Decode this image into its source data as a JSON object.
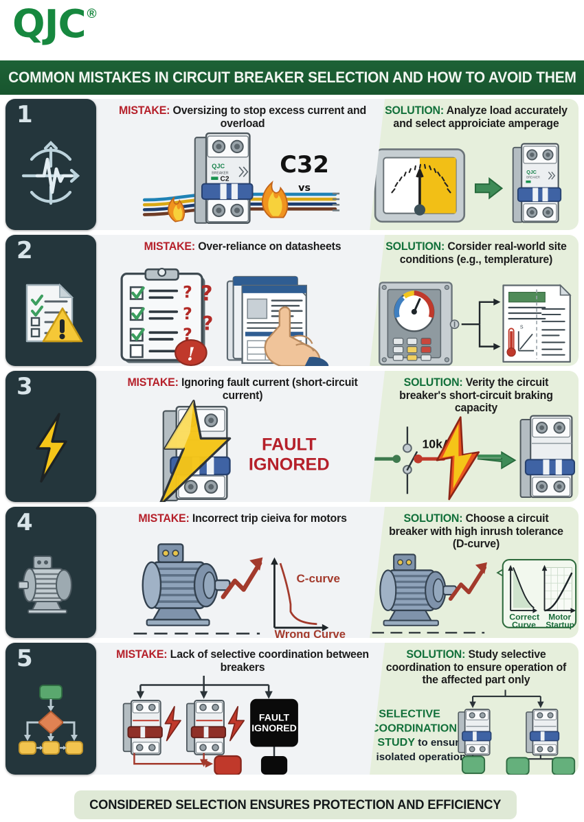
{
  "brand": {
    "logo_text": "QJC",
    "registered_mark": "®",
    "color": "#17883f"
  },
  "header": {
    "title": "COMMON MISTAKES IN CIRCUIT BREAKER SELECTION AND HOW TO AVOID THEM",
    "background": "#1d6236",
    "text_color": "#f2f6f1"
  },
  "labels": {
    "mistake_tag": "MISTAKE:",
    "solution_tag": "SOLUTION:",
    "mistake_color": "#b5202a",
    "solution_color": "#12703a"
  },
  "rows": [
    {
      "number": "1",
      "icon": "current-waveform-target-icon",
      "mistake_text": "Oversizing to stop excess current and overload",
      "solution_text": "Analyze load accurately and select approiciate amperage",
      "art": {
        "breaker_brand": "QJC",
        "breaker_sub": "BREAKER",
        "breaker_rating": "C2",
        "big_label": "C32",
        "vs_label": "vs"
      }
    },
    {
      "number": "2",
      "icon": "checklist-warning-icon",
      "mistake_text": "Over-reliance on datasheets",
      "solution_text": "Corsider real-world site conditions (e.g., templerature)",
      "art": {
        "question_marks": [
          "?",
          "?",
          "?",
          "?",
          "?"
        ],
        "alert_mark": "!",
        "thermometer_tick": "S"
      }
    },
    {
      "number": "3",
      "icon": "lightning-bolt-icon",
      "mistake_text": "Ignoring fault current (short-circuit current)",
      "solution_text": "Verity the circuit breaker's short-circuit braking capacity",
      "art": {
        "fault_line1": "FAULT",
        "fault_line2": "IGNORED",
        "current_label": "10kA"
      }
    },
    {
      "number": "4",
      "icon": "electric-motor-icon",
      "mistake_text": "Incorrect trip cieiva for motors",
      "solution_text": "Choose a circuit breaker with high inrush tolerance (D-curve)",
      "art": {
        "c_curve_label": "C-curve",
        "wrong_curve_label": "Wrong Curve",
        "correct_curve_label_l1": "Correct",
        "correct_curve_label_l2": "Curve",
        "motor_startup_l1": "Motor",
        "motor_startup_l2": "Startup"
      }
    },
    {
      "number": "5",
      "icon": "flowchart-icon",
      "mistake_text": "Lack of selective coordination between breakers",
      "solution_text": "Study selective coordination to ensure operation of the affected part only",
      "art": {
        "fault_line1": "FAULT",
        "fault_line2": "IGNORED",
        "study_l1": "SELECTIVE",
        "study_l2": "COORDINATION",
        "study_l3": "STUDY",
        "study_tail1": " to ensure",
        "study_tail2": "isolated operation"
      }
    }
  ],
  "footer": {
    "title": "CONSIDERED SELECTION ENSURES PROTECTION AND EFFICIENCY",
    "background": "#dfe9d6"
  },
  "palette": {
    "dark_card": "#24363c",
    "mistake_panel": "#f1f3f5",
    "solution_panel": "#e6efdc",
    "breaker_blue": "#3f63a4",
    "flame_orange": "#f28a1d",
    "bolt_yellow": "#f5c518",
    "fault_red": "#c0392b",
    "green_arrow": "#2f7d47"
  }
}
